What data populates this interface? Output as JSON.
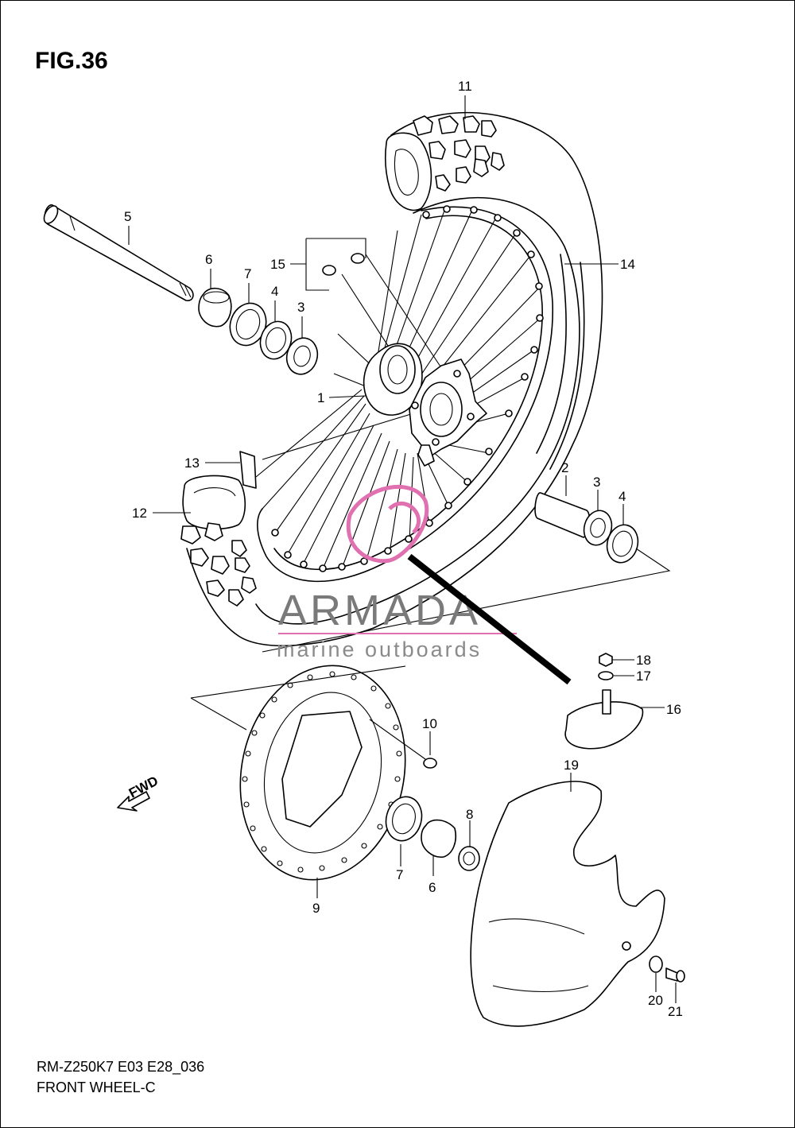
{
  "figure": {
    "title": "FIG.36"
  },
  "footer": {
    "model": "RM-Z250K7 E03 E28_036",
    "name": "FRONT WHEEL-C"
  },
  "watermark": {
    "brand": "ARMADA",
    "tagline": "marine outboards",
    "color_text": "#7a7a7a",
    "color_logo": "#e070b0"
  },
  "arrow": {
    "label": "FWD"
  },
  "callouts": [
    "1",
    "2",
    "3",
    "3",
    "4",
    "4",
    "5",
    "6",
    "6",
    "7",
    "7",
    "8",
    "9",
    "10",
    "11",
    "12",
    "13",
    "14",
    "15",
    "16",
    "17",
    "18",
    "19",
    "20",
    "21"
  ]
}
